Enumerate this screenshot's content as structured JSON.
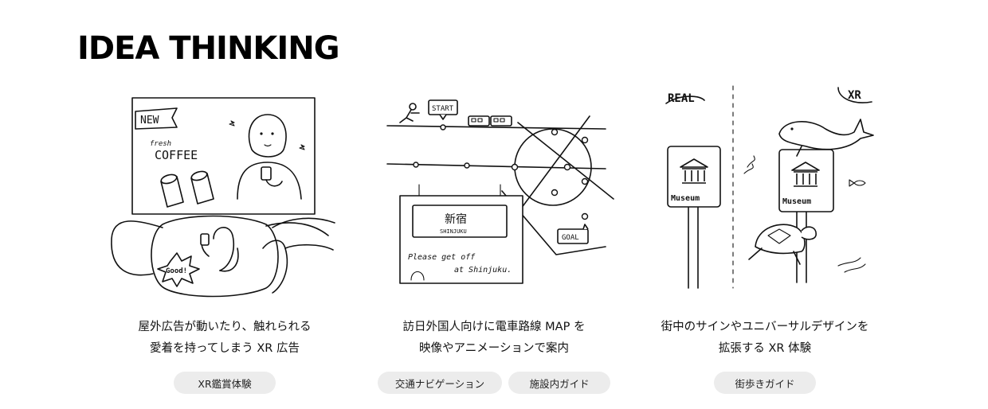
{
  "header": {
    "title": "IDEA THINKING"
  },
  "cards": [
    {
      "illustration": {
        "sign_new": "NEW",
        "fresh": "fresh",
        "coffee": "COFFEE",
        "good": "Good!"
      },
      "caption": [
        "屋外広告が動いたり、触れられる",
        "愛着を持ってしまう XR 広告"
      ],
      "tags": [
        "XR鑑賞体験"
      ]
    },
    {
      "illustration": {
        "start": "START",
        "goal": "GOAL",
        "station_jp": "新宿",
        "station_en": "SHINJUKU",
        "notice_1": "Please get off",
        "notice_2": "at Shinjuku."
      },
      "caption": [
        "訪日外国人向けに電車路線 MAP を",
        "映像やアニメーションで案内"
      ],
      "tags": [
        "交通ナビゲーション",
        "施設内ガイド"
      ]
    },
    {
      "illustration": {
        "real": "REAL",
        "xr": "XR",
        "museum_left": "Museum",
        "museum_right": "Museum"
      },
      "caption": [
        "街中のサインやユニバーサルデザインを",
        "拡張する XR 体験"
      ],
      "tags": [
        "街歩きガイド"
      ]
    }
  ]
}
